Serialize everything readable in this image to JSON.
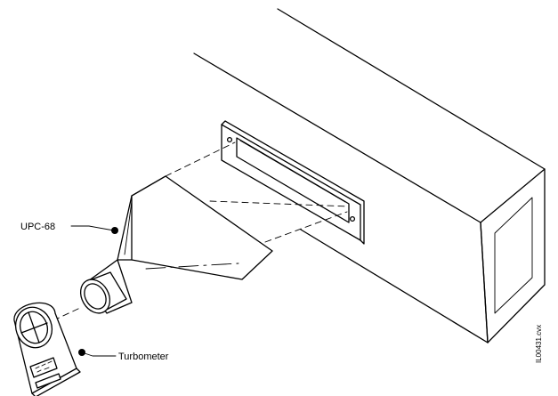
{
  "labels": {
    "hood": "UPC-68",
    "meter": "Turbometer",
    "figure_code": "IL00431.cvx"
  },
  "colors": {
    "line": "#000000",
    "background": "#ffffff"
  }
}
